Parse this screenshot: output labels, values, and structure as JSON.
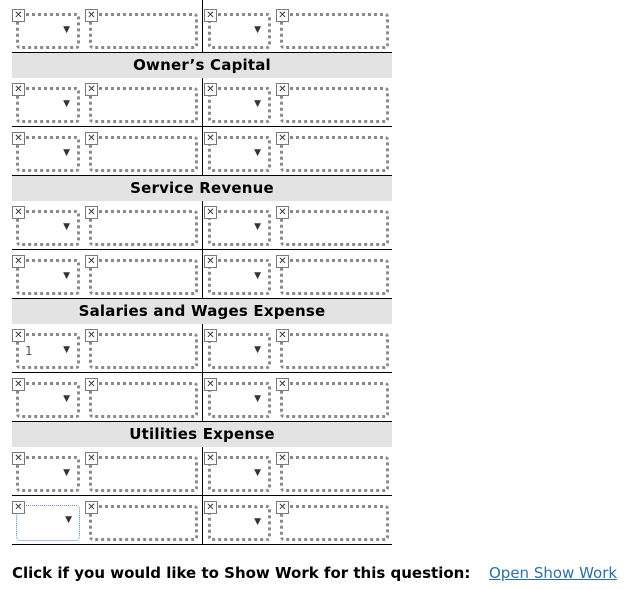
{
  "ledger": {
    "sections": [
      {
        "title": "",
        "rows": [
          {
            "amount_1": "",
            "amount_2": ""
          }
        ]
      },
      {
        "title": "Owner’s Capital",
        "rows": [
          {
            "amount_1": "",
            "amount_2": ""
          },
          {
            "amount_1": "",
            "amount_2": ""
          }
        ]
      },
      {
        "title": "Service Revenue",
        "rows": [
          {
            "amount_1": "",
            "amount_2": ""
          },
          {
            "amount_1": "",
            "amount_2": ""
          }
        ]
      },
      {
        "title": "Salaries and Wages Expense",
        "rows": [
          {
            "amount_1": "1",
            "amount_2": ""
          },
          {
            "amount_1": "",
            "amount_2": ""
          }
        ]
      },
      {
        "title": "Utilities Expense",
        "rows": [
          {
            "amount_1": "",
            "amount_2": ""
          },
          {
            "amount_1": "",
            "amount_2": ""
          }
        ]
      }
    ],
    "clear_glyph": "✕",
    "dropdown_glyph": "▼"
  },
  "footer": {
    "prompt": "Click if you would like to Show Work for this question:",
    "link": "Open Show Work"
  },
  "colors": {
    "header_bg": "#e3e3e3",
    "field_border": "#8a8a8a",
    "link": "#2e6fa3",
    "focus": "#5b8fc7"
  }
}
